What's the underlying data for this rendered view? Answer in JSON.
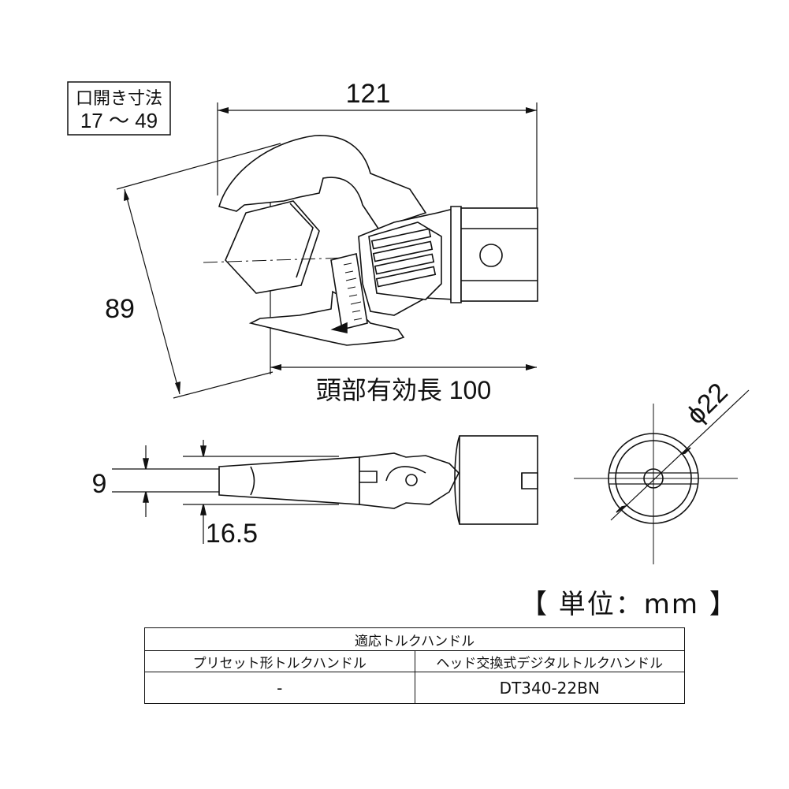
{
  "opening_box": {
    "line1": "口開き寸法",
    "line2": "17 ～ 49"
  },
  "dimensions": {
    "overall_length": "121",
    "height": "89",
    "effective_length": "頭部有効長 100",
    "thickness": "9",
    "jaw_thickness": "16.5",
    "square_drive": "ϕ22"
  },
  "unit_label": "【 単位：mm 】",
  "table": {
    "header": "適応トルクハンドル",
    "col1_label": "プリセット形トルクハンドル",
    "col2_label": "ヘッド交換式デジタルトルクハンドル",
    "col1_value": "-",
    "col2_value": "DT340-22BN"
  }
}
